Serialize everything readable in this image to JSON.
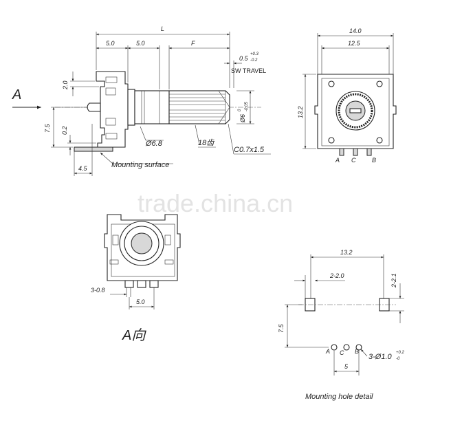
{
  "watermark": "trade.china.cn",
  "side_view": {
    "arrow_label": "A",
    "dim_L": "L",
    "dim_5a": "5.0",
    "dim_5b": "5.0",
    "dim_F": "F",
    "dim_travel_base": "0.5",
    "dim_travel_tol_top": "+0.3",
    "dim_travel_tol_bot": "-0.2",
    "sw_travel": "SW TRAVEL",
    "dim_2_0": "2.0",
    "dim_7_5": "7.5",
    "dim_0_2": "0.2",
    "dim_shaft_dia": "Ø6",
    "dim_shaft_tol_top": "0",
    "dim_shaft_tol_bot": "-0.05",
    "dim_bush_dia": "Ø6.8",
    "dim_teeth": "18齿",
    "dim_chamfer": "C0.7x1.5",
    "dim_4_5": "4.5",
    "mounting_surface": "Mounting surface"
  },
  "front_view": {
    "dim_14": "14.0",
    "dim_12_5": "12.5",
    "dim_13_2": "13.2",
    "pin_a": "A",
    "pin_c": "C",
    "pin_b": "B"
  },
  "a_view": {
    "dim_3_0_8": "3-0.8",
    "dim_5": "5.0",
    "caption": "A向"
  },
  "hole_detail": {
    "dim_13_2": "13.2",
    "dim_2_2_0": "2-2.0",
    "dim_2_2_1": "2-2.1",
    "dim_7_5": "7.5",
    "pin_a": "A",
    "pin_c": "C",
    "pin_b": "B",
    "dim_holes": "3-Ø1.0",
    "dim_holes_tol_top": "+0.2",
    "dim_holes_tol_bot": "-0",
    "dim_5": "5",
    "caption": "Mounting hole detail"
  }
}
